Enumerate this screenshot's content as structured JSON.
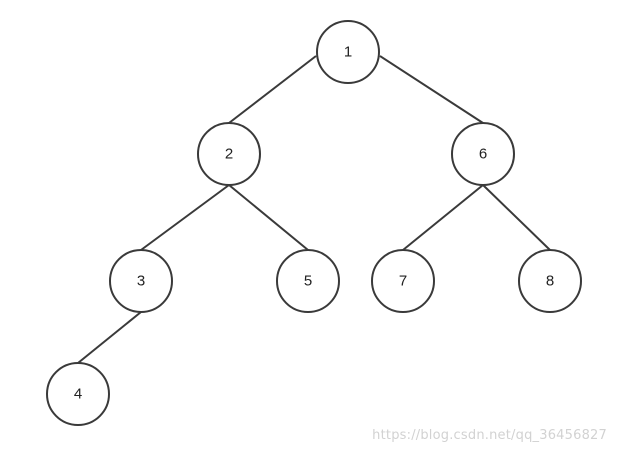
{
  "tree": {
    "nodes": [
      {
        "id": "n1",
        "label": "1"
      },
      {
        "id": "n2",
        "label": "2"
      },
      {
        "id": "n6",
        "label": "6"
      },
      {
        "id": "n3",
        "label": "3"
      },
      {
        "id": "n5",
        "label": "5"
      },
      {
        "id": "n7",
        "label": "7"
      },
      {
        "id": "n8",
        "label": "8"
      },
      {
        "id": "n4",
        "label": "4"
      }
    ],
    "edges": [
      {
        "from": "n1",
        "to": "n2"
      },
      {
        "from": "n1",
        "to": "n6"
      },
      {
        "from": "n2",
        "to": "n3"
      },
      {
        "from": "n2",
        "to": "n5"
      },
      {
        "from": "n6",
        "to": "n7"
      },
      {
        "from": "n6",
        "to": "n8"
      },
      {
        "from": "n3",
        "to": "n4"
      }
    ],
    "colors": {
      "stroke": "#3a3a3a",
      "text": "#222222",
      "background": "#ffffff",
      "watermark": "#d2d2d2"
    }
  },
  "watermark": {
    "text": "https://blog.csdn.net/qq_36456827"
  }
}
